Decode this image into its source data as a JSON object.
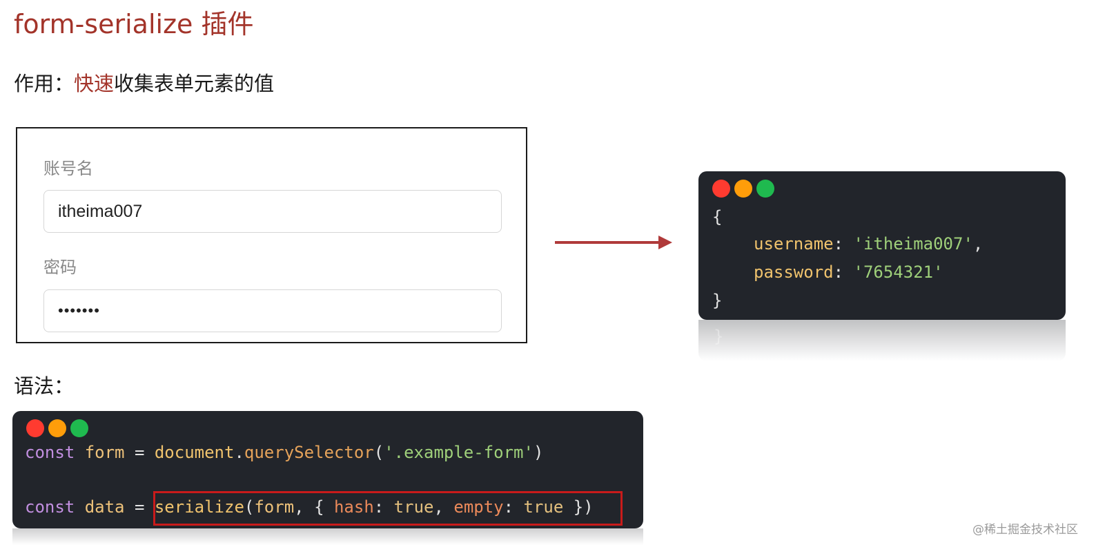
{
  "title": "form-serialize 插件",
  "subtitle": {
    "prefix": "作用：",
    "highlight": "快速",
    "suffix": "收集表单元素的值"
  },
  "form": {
    "username_label": "账号名",
    "username_value": "itheima007",
    "password_label": "密码",
    "password_value": "•••••••"
  },
  "result_code": {
    "open_brace": "{",
    "username_key": "username",
    "username_value": "'itheima007'",
    "password_key": "password",
    "password_value": "'7654321'",
    "close_brace": "}",
    "reflection": "}"
  },
  "syntax_label": "语法：",
  "syntax_code": {
    "line1": {
      "kw": "const",
      "var": "form",
      "eq": "=",
      "obj": "document",
      "dot": ".",
      "method": "querySelector",
      "open": "(",
      "arg": "'.example-form'",
      "close": ")"
    },
    "line2": {
      "kw": "const",
      "var": "data",
      "eq": "=",
      "fn": "serialize",
      "open": "(",
      "arg": "form",
      "comma": ",",
      "brace_open": "{",
      "opt1": "hash",
      "colon1": ":",
      "val1": "true",
      "comma2": ",",
      "opt2": "empty",
      "colon2": ":",
      "val2": "true",
      "brace_close": "}",
      "close": ")"
    }
  },
  "watermark": "@稀土掘金技术社区",
  "colors": {
    "accent_red": "#a3342a",
    "code_bg": "#22252b",
    "highlight_border": "#c91b1b",
    "arrow": "#b03a3a"
  }
}
